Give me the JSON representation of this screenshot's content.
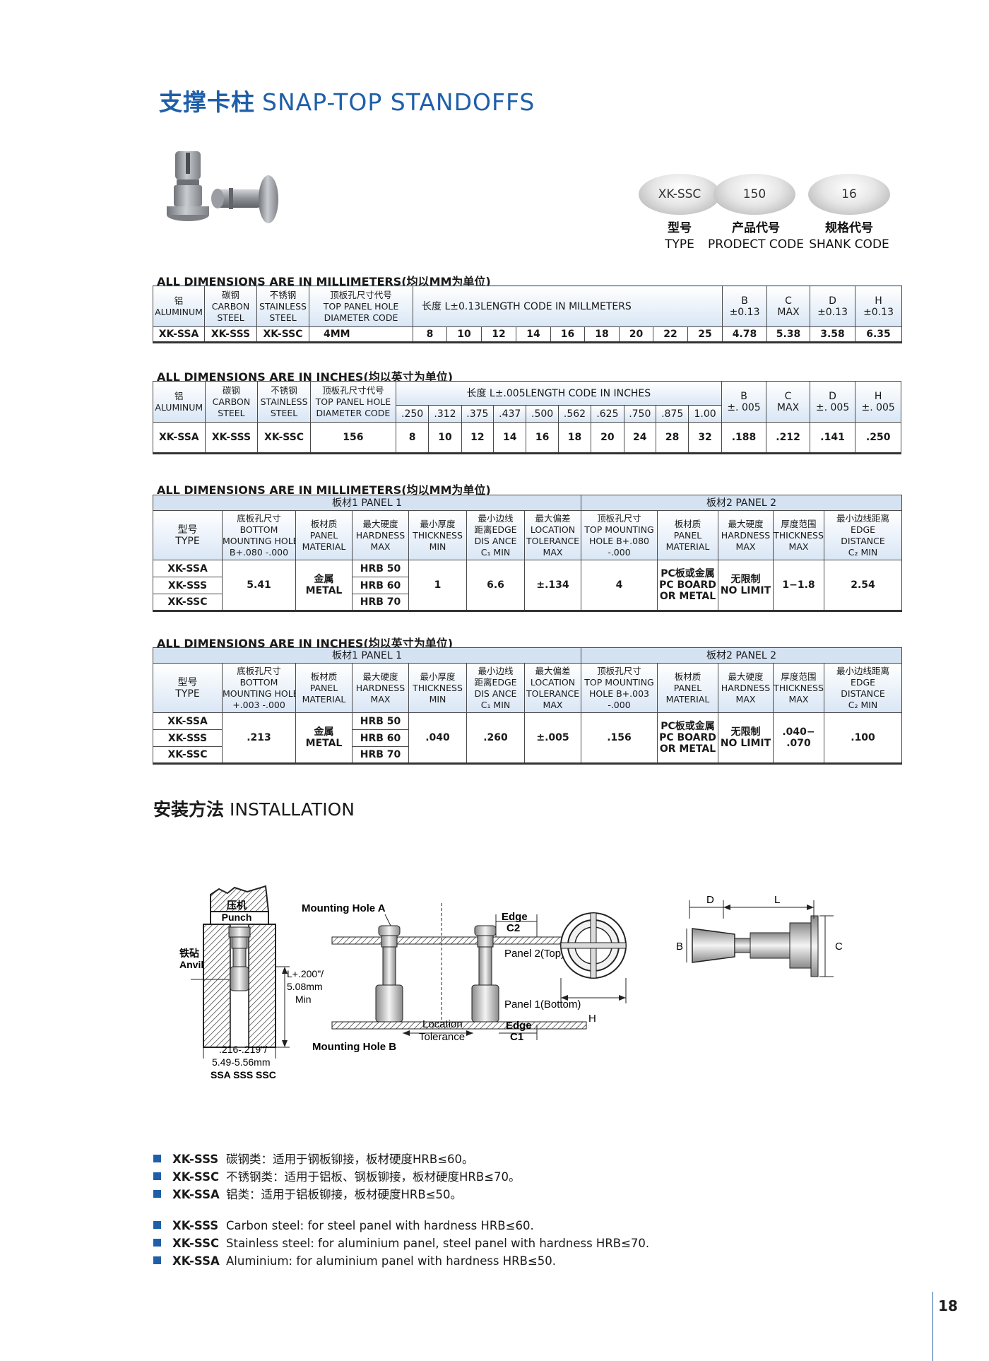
{
  "title": {
    "cn": "支撑卡柱",
    "en": "SNAP-TOP STANDOFFS"
  },
  "part_code": {
    "pills": [
      "XK-SSC",
      "150",
      "16"
    ],
    "labels": [
      {
        "cn": "型号",
        "en": "TYPE"
      },
      {
        "cn": "产品代号",
        "en": "PRODECT CODE"
      },
      {
        "cn": "规格代号",
        "en": "SHANK CODE"
      }
    ]
  },
  "table1": {
    "caption": "ALL DIMENSIONS ARE IN MILLIMETERS(均以MM为单位)",
    "headers": {
      "aluminum": [
        "铝",
        "ALUMINUM"
      ],
      "carbon": [
        "碳钢",
        "CARBON",
        "STEEL"
      ],
      "stainless": [
        "不锈钢",
        "STAINLESS",
        "STEEL"
      ],
      "top_hole": [
        "顶板孔尺寸代号",
        "TOP PANEL HOLE",
        "DIAMETER CODE"
      ],
      "length": "长度 L±0.13LENGTH CODE IN MILLMETERS",
      "b": [
        "B",
        "±0.13"
      ],
      "c": [
        "C",
        "MAX"
      ],
      "d": [
        "D",
        "±0.13"
      ],
      "h": [
        "H",
        "±0.13"
      ]
    },
    "row": [
      "XK-SSA",
      "XK-SSS",
      "XK-SSC",
      "4MM",
      "8",
      "10",
      "12",
      "14",
      "16",
      "18",
      "20",
      "22",
      "25",
      "4.78",
      "5.38",
      "3.58",
      "6.35"
    ]
  },
  "table2": {
    "caption": "ALL DIMENSIONS ARE IN INCHES(均以英寸为单位)",
    "headers": {
      "aluminum": [
        "铝",
        "ALUMINUM"
      ],
      "carbon": [
        "碳钢",
        "CARBON",
        "STEEL"
      ],
      "stainless": [
        "不锈钢",
        "STAINLESS",
        "STEEL"
      ],
      "top_hole": [
        "顶板孔尺寸代号",
        "TOP PANEL HOLE",
        "DIAMETER CODE"
      ],
      "length": "长度 L±.005LENGTH CODE IN INCHES",
      "lengths": [
        ".250",
        ".312",
        ".375",
        ".437",
        ".500",
        ".562",
        ".625",
        ".750",
        ".875",
        "1.00"
      ],
      "b": [
        "B",
        "±. 005"
      ],
      "c": [
        "C",
        "MAX"
      ],
      "d": [
        "D",
        "±. 005"
      ],
      "h": [
        "H",
        "±. 005"
      ]
    },
    "row": [
      "XK-SSA",
      "XK-SSS",
      "XK-SSC",
      "156",
      "8",
      "10",
      "12",
      "14",
      "16",
      "18",
      "20",
      "24",
      "28",
      "32",
      ".188",
      ".212",
      ".141",
      ".250"
    ]
  },
  "table3": {
    "caption": "ALL DIMENSIONS ARE IN MILLIMETERS(均以MM为单位)",
    "panel1": "板材1  PANEL 1",
    "panel2": "板材2  PANEL 2",
    "headers": {
      "type": [
        "型号",
        "TYPE"
      ],
      "bottom_hole": [
        "底板孔尺寸",
        "BOTTOM",
        "MOUNTING HOLE",
        "B+.080 -.000"
      ],
      "material1": [
        "板材质",
        "PANEL",
        "MATERIAL"
      ],
      "hardness1": [
        "最大硬度",
        "HARDNESS",
        "MAX"
      ],
      "thickness1": [
        "最小厚度",
        "THICKNESS",
        "MIN"
      ],
      "edge1": [
        "最小边线",
        "距离EDGE",
        "DIS ANCE",
        "C₁ MIN"
      ],
      "location": [
        "最大偏差",
        "LOCATION",
        "TOLERANCE",
        "MAX"
      ],
      "top_hole": [
        "顶板孔尺寸",
        "TOP MOUNTING",
        "HOLE B+.080",
        "-.000"
      ],
      "material2": [
        "板材质",
        "PANEL",
        "MATERIAL"
      ],
      "hardness2": [
        "最大硬度",
        "HARDNESS",
        "MAX"
      ],
      "thickness2": [
        "厚度范围",
        "THICKNESS",
        "MAX"
      ],
      "edge2": [
        "最小边线距离",
        "EDGE",
        "DISTANCE",
        "C₂ MIN"
      ]
    },
    "types": [
      "XK-SSA",
      "XK-SSS",
      "XK-SSC"
    ],
    "hardness": [
      "HRB 50",
      "HRB 60",
      "HRB 70"
    ],
    "bottom_hole": "5.41",
    "material1": [
      "金属",
      "METAL"
    ],
    "thickness1": "1",
    "edge1": "6.6",
    "location": "±.134",
    "top_hole": "4",
    "material2": [
      "PC板或金属",
      "PC BOARD",
      "OR METAL"
    ],
    "hardness2": [
      "无限制",
      "NO LIMIT"
    ],
    "thickness2": "1−1.8",
    "edge2": "2.54"
  },
  "table4": {
    "caption": "ALL DIMENSIONS ARE IN INCHES(均以英寸为单位)",
    "panel1": "板材1  PANEL 1",
    "panel2": "板材2  PANEL 2",
    "headers": {
      "type": [
        "型号",
        "TYPE"
      ],
      "bottom_hole": [
        "底板孔尺寸",
        "BOTTOM",
        "MOUNTING HOLE",
        "+.003 -.000"
      ],
      "material1": [
        "板材质",
        "PANEL",
        "MATERIAL"
      ],
      "hardness1": [
        "最大硬度",
        "HARDNESS",
        "MAX"
      ],
      "thickness1": [
        "最小厚度",
        "THICKNESS",
        "MIN"
      ],
      "edge1": [
        "最小边线",
        "距离EDGE",
        "DIS ANCE",
        "C₁ MIN"
      ],
      "location": [
        "最大偏差",
        "LOCATION",
        "TOLERANCE",
        "MAX"
      ],
      "top_hole": [
        "顶板孔尺寸",
        "TOP MOUNTING",
        "HOLE B+.003",
        "-.000"
      ],
      "material2": [
        "板材质",
        "PANEL",
        "MATERIAL"
      ],
      "hardness2": [
        "最大硬度",
        "HARDNESS",
        "MAX"
      ],
      "thickness2": [
        "厚度范围",
        "THICKNESS",
        "MAX"
      ],
      "edge2": [
        "最小边线距离",
        "EDGE",
        "DISTANCE",
        "C₂ MIN"
      ]
    },
    "types": [
      "XK-SSA",
      "XK-SSS",
      "XK-SSC"
    ],
    "hardness": [
      "HRB 50",
      "HRB 60",
      "HRB 70"
    ],
    "bottom_hole": ".213",
    "material1": [
      "金属",
      "METAL"
    ],
    "thickness1": ".040",
    "edge1": ".260",
    "location": "±.005",
    "top_hole": ".156",
    "material2": [
      "PC板或金属",
      "PC BOARD",
      "OR METAL"
    ],
    "hardness2": [
      "无限制",
      "NO LIMIT"
    ],
    "thickness2": [
      ".040−",
      ".070"
    ],
    "edge2": ".100"
  },
  "installation": {
    "title_cn": "安装方法",
    "title_en": "INSTALLATION",
    "labels": {
      "punch_cn": "压机",
      "punch_en": "Punch",
      "anvil_cn": "铁砧",
      "anvil_en": "Anvil",
      "depth": [
        "L+.200\"/",
        "5.08mm",
        "Min"
      ],
      "anvil_hole": [
        ".216-.219\"/",
        "5.49-5.56mm",
        "SSA  SSS  SSC"
      ],
      "mounting_a": "Mounting Hole A",
      "mounting_b": "Mounting Hole B",
      "edge_c2": [
        "Edge",
        "C2"
      ],
      "panel2": "Panel 2(Top)",
      "panel1": "Panel 1(Bottom)",
      "location_tol": [
        "Location",
        "Tolerance"
      ],
      "edge_c1": [
        "Edge",
        "C1"
      ],
      "h": "H",
      "d": "D",
      "l": "L",
      "b": "B",
      "c": "C"
    }
  },
  "notes_cn": [
    {
      "code": "XK-SSS",
      "text": "碳钢类：适用于钢板铆接，板材硬度HRB≤60。"
    },
    {
      "code": "XK-SSC",
      "text": "不锈钢类：适用于铝板、钢板铆接，板材硬度HRB≤70。"
    },
    {
      "code": "XK-SSA",
      "text": "铝类：适用于铝板铆接，板材硬度HRB≤50。"
    }
  ],
  "notes_en": [
    {
      "code": "XK-SSS",
      "text": "Carbon steel: for steel panel with hardness HRB≤60."
    },
    {
      "code": "XK-SSC",
      "text": "Stainless steel: for aluminium panel, steel panel with hardness HRB≤70."
    },
    {
      "code": "XK-SSA",
      "text": "Aluminium: for aluminium panel with hardness HRB≤50."
    }
  ],
  "page_number": "18",
  "colors": {
    "accent": "#1f5fa8",
    "header_bg": "#d9e6f5"
  }
}
